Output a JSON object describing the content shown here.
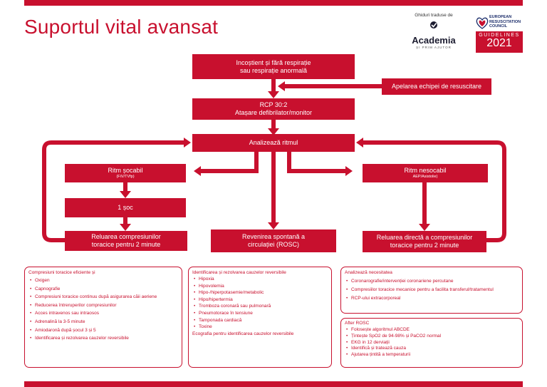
{
  "header": {
    "title": "Suportul vital avansat",
    "logo_small": "Ghiduri traduse de",
    "logo_word": "Academia",
    "logo_tag": "ȘI PRIM AJUTOR",
    "erc_lines": [
      "EUROPEAN",
      "RESUSCITATION",
      "COUNCIL"
    ],
    "erc_guidelines": "GUIDELINES",
    "erc_year": "2021"
  },
  "flow": {
    "start": {
      "line1": "Incoștient și fără respirație",
      "line2": "sau respirație anormală"
    },
    "call_team": "Apelarea echipei de resuscitare",
    "cpr": {
      "line1": "RCP 30:2",
      "line2": "Atașare defibrilator/monitor"
    },
    "analyze": "Analizează ritmul",
    "shockable": {
      "label": "Ritm șocabil",
      "sub": "(FiV/TVfp)"
    },
    "nonshockable": {
      "label": "Ritm nesocabil",
      "sub": "AEP/Asistolie)"
    },
    "shock": "1 șoc",
    "resume_left": {
      "line1": "Reluarea compresiunilor",
      "line2": "toracice pentru 2 minute"
    },
    "rosc": {
      "line1": "Revenirea spontană a",
      "line2": "circulației (ROSC)"
    },
    "resume_right": {
      "line1": "Reluarea directă a compresiunilor",
      "line2": "toracice pentru 2 minute"
    }
  },
  "panels": {
    "left": {
      "head": "Compresiuni toracice eficiente și",
      "items": [
        "Oxigen",
        "Capnografie",
        "Compresiuni toracice continuu după asigurarea căii aeriene",
        "Reducerea întreruperilor compresiunilor",
        "Acces intravenos sau intraosos",
        "Adrenalină la 3-5 minute",
        "Amiodaronă după șocul 3 și 5",
        "Identificarea și rezolvarea cauzelor reversibile"
      ]
    },
    "middle": {
      "head": "Identificarea și rezolvarea cauzelor reversibile",
      "items": [
        "Hipoxia",
        "Hipovolemia",
        "Hipo-/hiperpotasemie/metabolic",
        "Hipo/hipertermia",
        "Tromboza coronară sau pulmonară",
        "Pneumotorace în tensiune",
        "Tamponada cardiacă",
        "Toxine"
      ],
      "footer": "Ecografia pentru identificarea cauzelor reversibile"
    },
    "right_top": {
      "head": "Analizează necesitatea",
      "items": [
        "Coronarografie/intervenției coronariene percutane",
        "Compresiilor toracice mecanice pentru a facilita transferul/tratamentul",
        "RCP-ului extracorporeal"
      ]
    },
    "right_bottom": {
      "head": "After ROSC",
      "items": [
        "Folosește algoritmul ABCDE",
        "Țintește SpO2 de 94-98% și PaCO2 normal",
        "EKG in 12 derviații",
        "Identifică și tratează cauza",
        "Ajutarea țintită a temperaturii"
      ]
    }
  },
  "colors": {
    "accent": "#c8102e",
    "brand_blue": "#1d2e6b"
  }
}
